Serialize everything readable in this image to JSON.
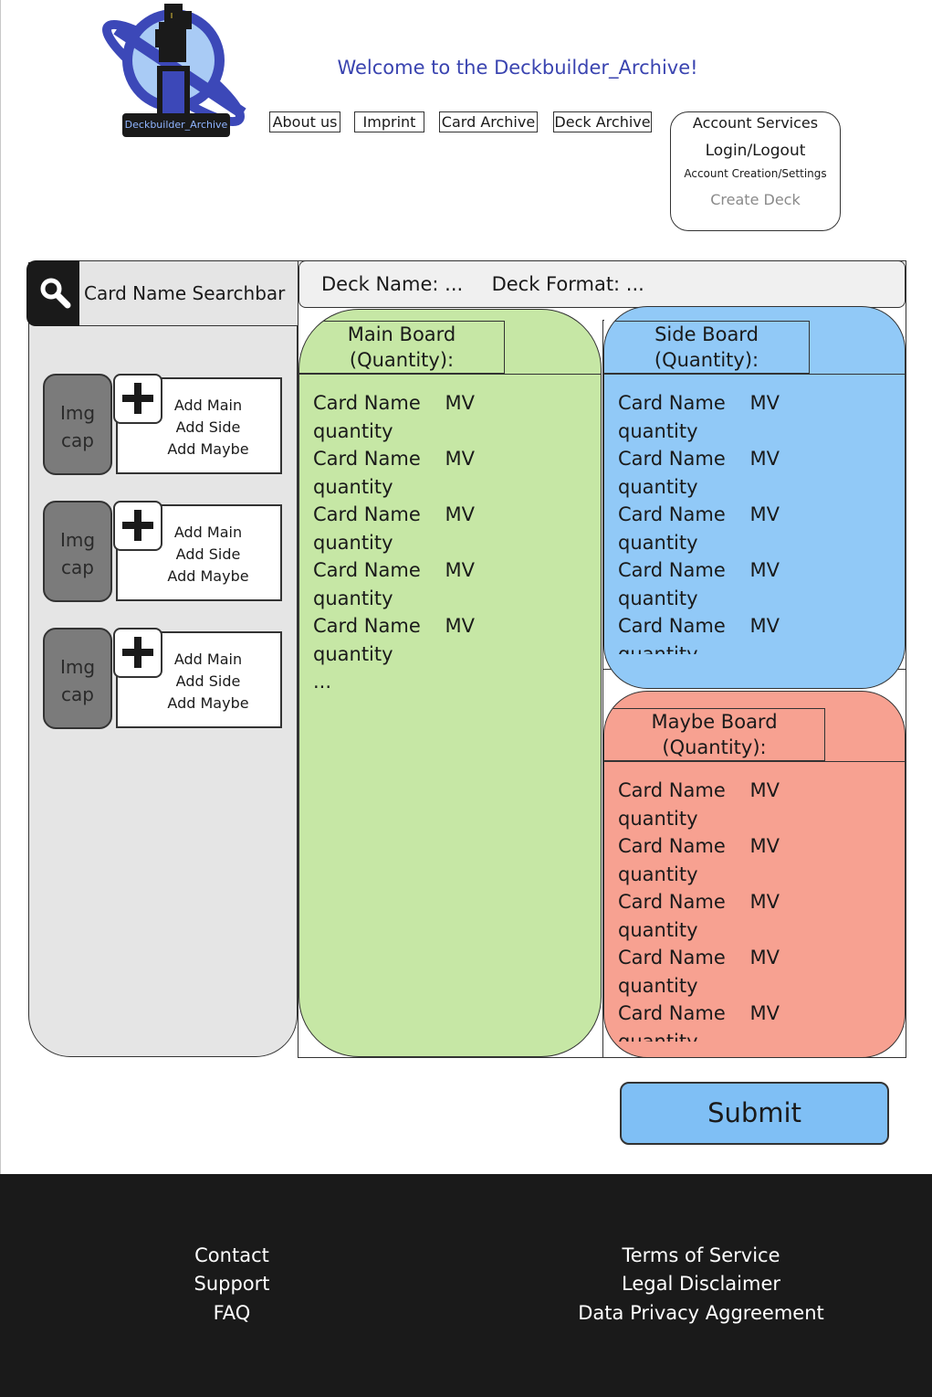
{
  "header": {
    "logo_text": "Deckbuilder_Archive",
    "welcome": "Welcome to the Deckbuilder_Archive!",
    "nav": [
      "About us",
      "Imprint",
      "Card Archive",
      "Deck Archive"
    ],
    "account": {
      "title": "Account Services",
      "login": "Login/Logout",
      "create": "Account Creation/Settings",
      "create_deck": "Create Deck"
    }
  },
  "search": {
    "placeholder": "Card Name Searchbar",
    "results": [
      {
        "img": [
          "Img",
          "cap"
        ],
        "actions": [
          "Add Main",
          "Add Side",
          "Add Maybe"
        ]
      },
      {
        "img": [
          "Img",
          "cap"
        ],
        "actions": [
          "Add Main",
          "Add Side",
          "Add Maybe"
        ]
      },
      {
        "img": [
          "Img",
          "cap"
        ],
        "actions": [
          "Add Main",
          "Add Side",
          "Add Maybe"
        ]
      }
    ]
  },
  "deck": {
    "name_label": "Deck Name: ...",
    "format_label": "Deck Format: ..."
  },
  "boards": {
    "main": {
      "title": "Main Board\n(Quantity):",
      "list": "Card Name    MV\nquantity\nCard Name    MV\nquantity\nCard Name    MV\nquantity\nCard Name    MV\nquantity\nCard Name    MV\nquantity\n...",
      "color": "#c6e7a5"
    },
    "side": {
      "title": "Side Board\n(Quantity):",
      "list": "Card Name    MV\nquantity\nCard Name    MV\nquantity\nCard Name    MV\nquantity\nCard Name    MV\nquantity\nCard Name    MV\nquantity",
      "color": "#91c9f7"
    },
    "maybe": {
      "title": "Maybe Board\n(Quantity):",
      "list": "Card Name    MV\nquantity\nCard Name    MV\nquantity\nCard Name    MV\nquantity\nCard Name    MV\nquantity\nCard Name    MV\nquantity",
      "color": "#f7a191"
    }
  },
  "submit": "Submit",
  "footer": {
    "left": [
      "Contact",
      "Support",
      "FAQ"
    ],
    "right": [
      "Terms of Service",
      "Legal Disclaimer",
      "Data Privacy Aggreement"
    ]
  },
  "icons": {
    "search": "search-icon",
    "plus": "plus-icon",
    "logo": "planet-tower-logo-icon"
  }
}
